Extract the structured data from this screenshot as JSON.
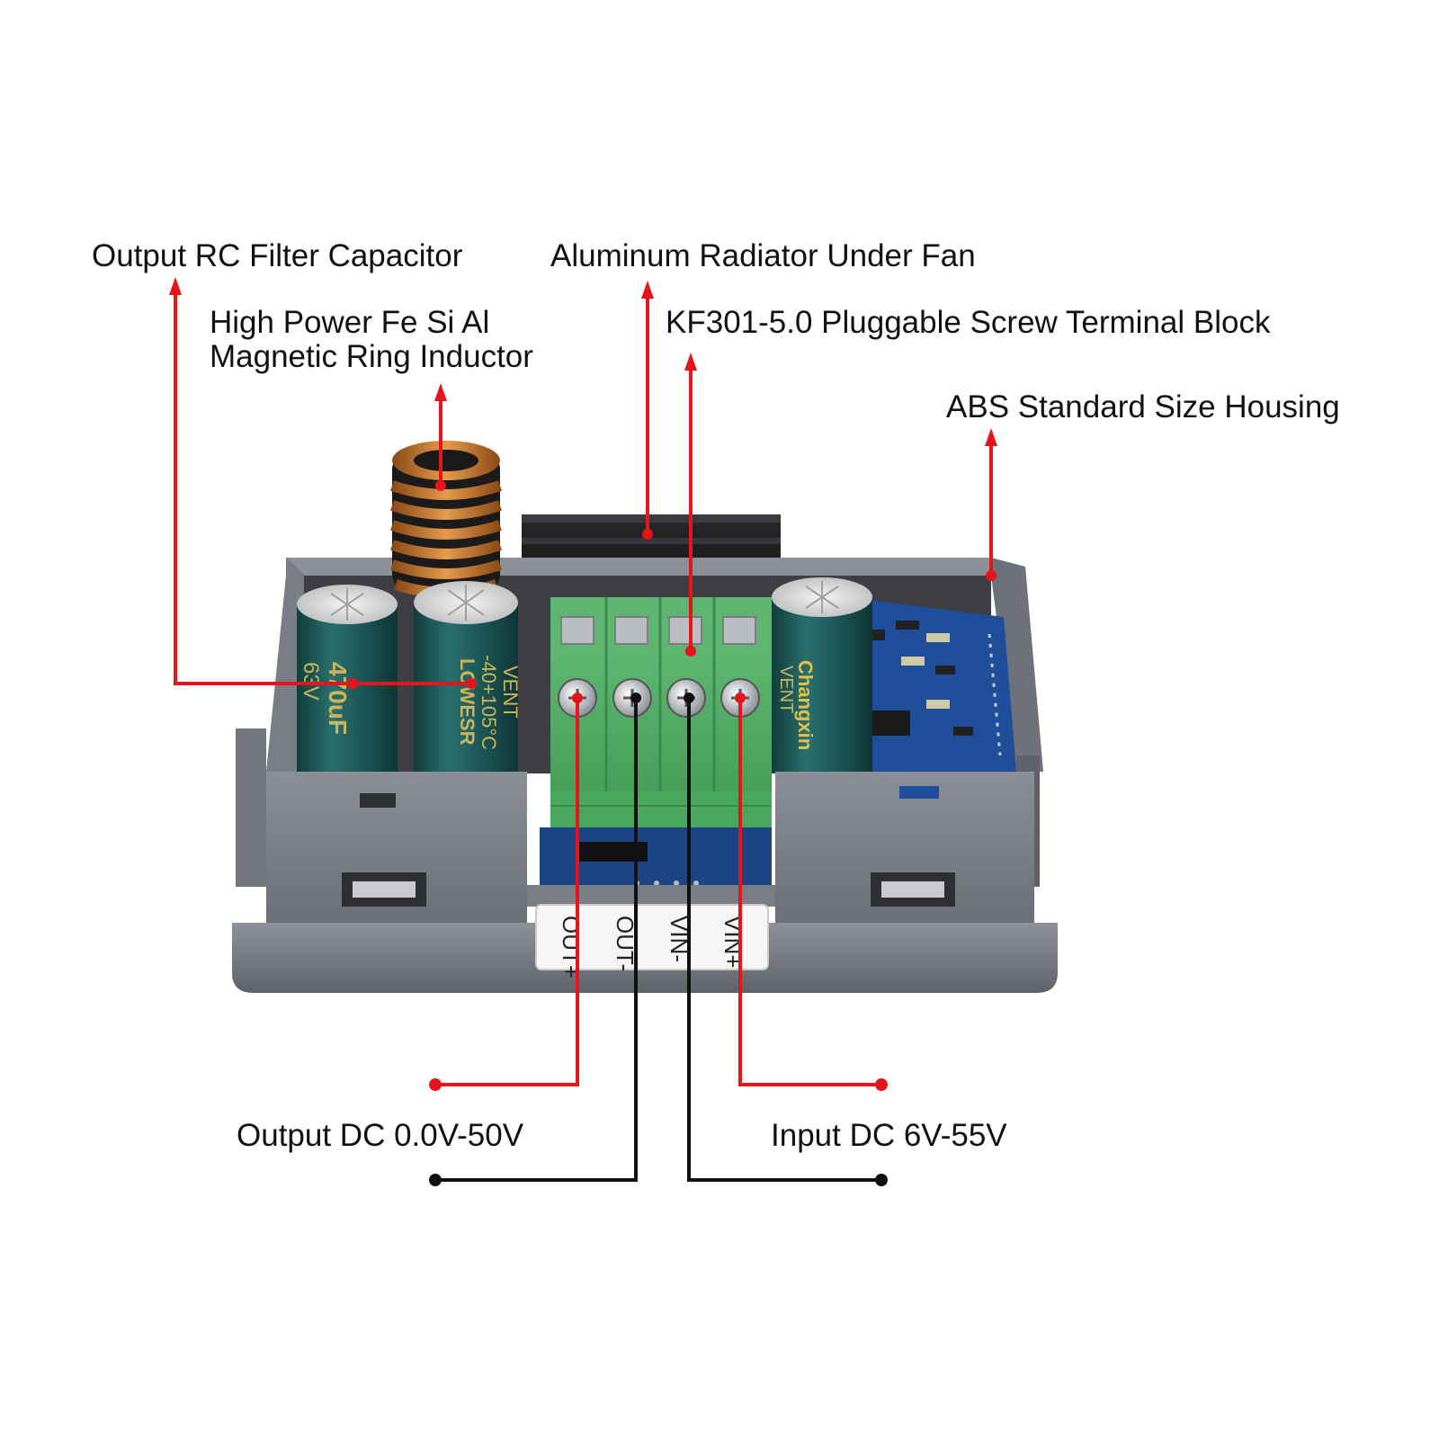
{
  "callouts": {
    "output_filter_capacitor": "Output RC Filter Capacitor",
    "aluminum_radiator": "Aluminum Radiator Under  Fan",
    "inductor_line1": "High Power Fe Si Al",
    "inductor_line2": "Magnetic Ring Inductor",
    "terminal_block": "KF301-5.0 Pluggable Screw Terminal Block",
    "housing": "ABS Standard Size Housing",
    "output_dc": "Output DC 0.0V-50V",
    "input_dc": "Input DC 6V-55V"
  },
  "terminal_labels": [
    "OUT+",
    "OUT-",
    "VIN-",
    "VIN+"
  ],
  "capacitor_print": {
    "left": [
      "470uF",
      "63V"
    ],
    "right": [
      "VENT",
      "-40+105°C",
      "LOWESR"
    ],
    "far_right": [
      "Changxin",
      "VENT"
    ]
  },
  "colors": {
    "callout_red": "#e8141b",
    "callout_black": "#111111",
    "housing_grey": "#7d8089",
    "terminal_green": "#55b368",
    "pcb_blue": "#1f4f9a",
    "capacitor_teal": "#1f5a5a",
    "copper": "#c8772d"
  }
}
